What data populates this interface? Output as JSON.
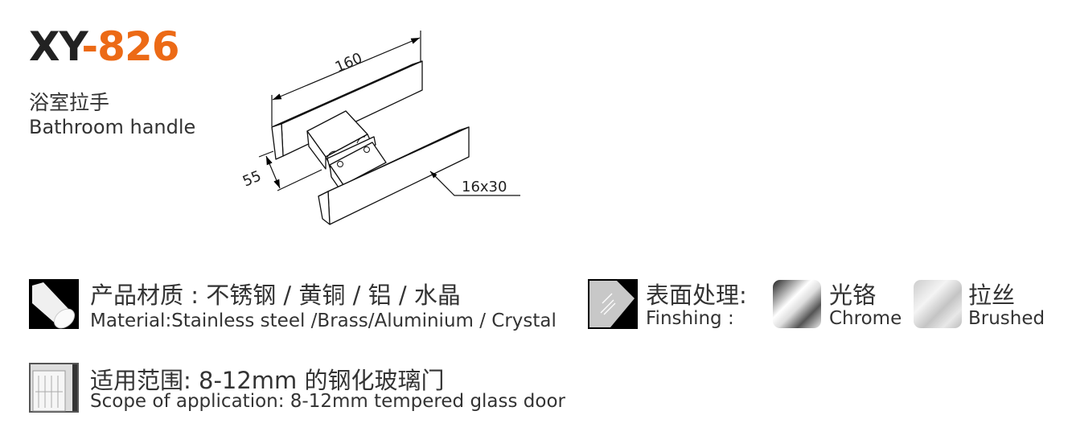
{
  "product": {
    "model_prefix": "XY",
    "model_number": "-826",
    "name_cn": "浴室拉手",
    "name_en": "Bathroom handle"
  },
  "dimensions": {
    "length": "160",
    "depth": "55",
    "section": "16x30"
  },
  "material": {
    "label_cn": "产品材质 : 不锈钢 / 黄铜 / 铝 / 水晶",
    "label_en": "Material:Stainless steel /Brass/Aluminium / Crystal"
  },
  "finishing": {
    "label_cn": "表面处理:",
    "label_en": "Finshing :",
    "options": [
      {
        "cn": "光铬",
        "en": "Chrome"
      },
      {
        "cn": "拉丝",
        "en": "Brushed"
      }
    ]
  },
  "scope": {
    "label_cn": "适用范围:  8-12mm 的钢化玻璃门",
    "label_en": "Scope of application: 8-12mm tempered glass door"
  },
  "colors": {
    "accent": "#ec6a16",
    "text": "#333333"
  }
}
